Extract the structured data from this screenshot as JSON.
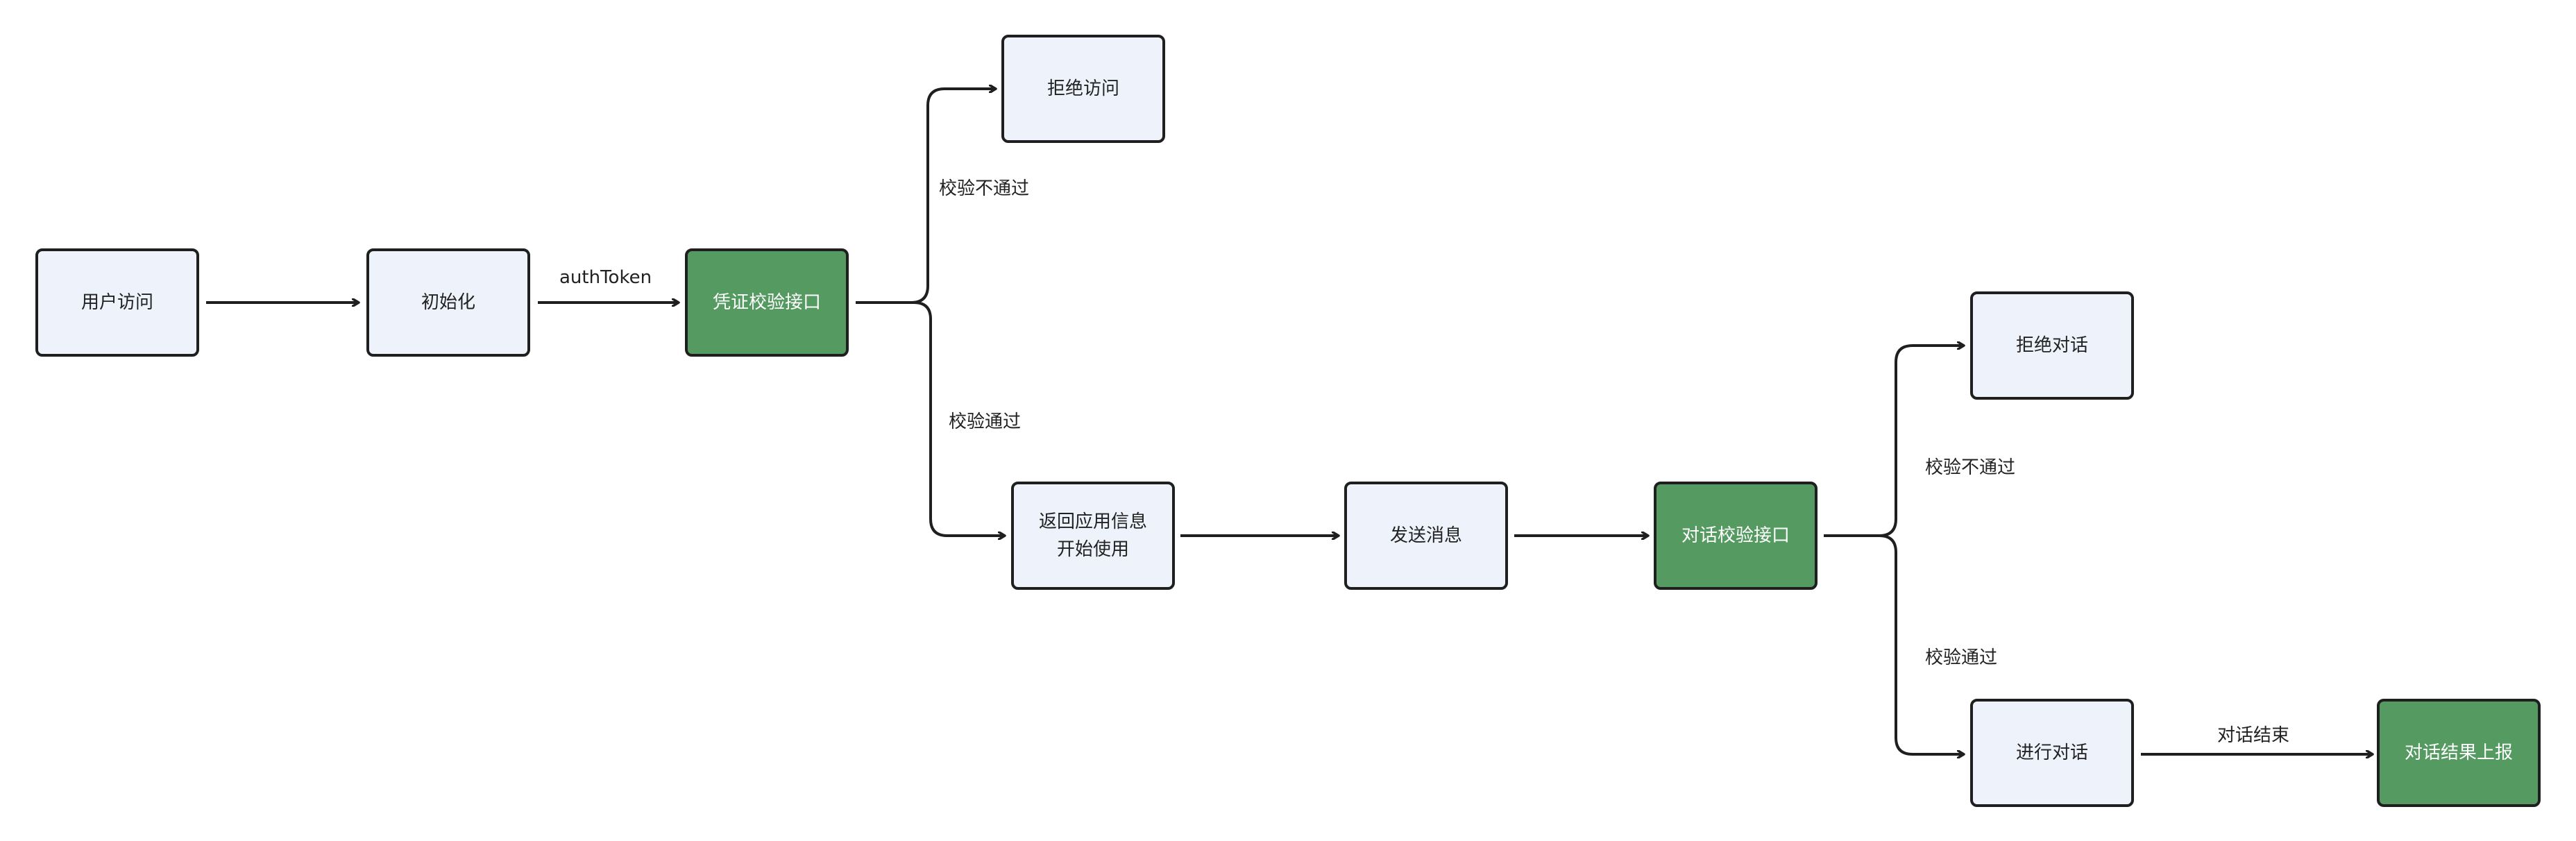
{
  "colors": {
    "node_fill": "#eef3fb",
    "node_fill_highlight": "#549a61",
    "stroke": "#1f1f1f",
    "text": "#222222",
    "text_on_highlight": "#ffffff"
  },
  "nodes": {
    "user_access": "用户访问",
    "init": "初始化",
    "credential_check": "凭证校验接口",
    "deny_access": "拒绝访问",
    "return_app_info": "返回应用信息\n开始使用",
    "send_message": "发送消息",
    "dialog_check": "对话校验接口",
    "deny_dialog": "拒绝对话",
    "conduct_dialog": "进行对话",
    "report_result": "对话结果上报"
  },
  "edge_labels": {
    "auth_token": "authToken",
    "credential_fail": "校验不通过",
    "credential_pass": "校验通过",
    "dialog_fail": "校验不通过",
    "dialog_pass": "校验通过",
    "dialog_end": "对话结束"
  }
}
